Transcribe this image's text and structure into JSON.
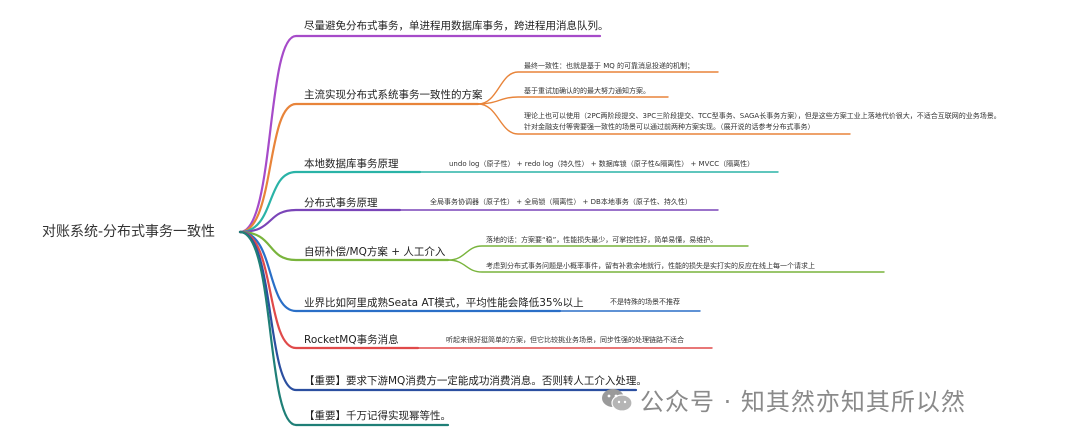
{
  "root": "对账系统-分布式事务一致性",
  "colors": {
    "purple": "#a64bc9",
    "orange": "#e8843a",
    "teal": "#2ab3a7",
    "violet": "#7a45b8",
    "green": "#79b43c",
    "blue": "#2a6fc7",
    "red": "#e04a4a",
    "darkblue": "#2b4fa0",
    "darkteal": "#1f7f77"
  },
  "branches": [
    {
      "label": "尽量避免分布式事务，单进程用数据库事务，跨进程用消息队列。",
      "color": "purple",
      "children": []
    },
    {
      "label": "主流实现分布式系统事务一致性的方案",
      "color": "orange",
      "children": [
        {
          "lines": [
            "最终一致性：也就是基于 MQ 的可靠消息投递的机制；"
          ]
        },
        {
          "lines": [
            "基于重试加确认的的最大努力通知方案。"
          ]
        },
        {
          "lines": [
            "理论上也可以使用（2PC两阶段提交、3PC三阶段提交、TCC型事务、SAGA长事务方案），但是这些方案工业上落地代价很大，不适合互联网的业务场景。",
            "针对金融支付等需要强一致性的场景可以通过前两种方案实现。（展开说的话参考分布式事务）"
          ]
        }
      ]
    },
    {
      "label": "本地数据库事务原理",
      "color": "teal",
      "inline": "undo log（原子性） + redo log（持久性） + 数据库锁（原子性&隔离性） + MVCC（隔离性）"
    },
    {
      "label": "分布式事务原理",
      "color": "violet",
      "inline": "全局事务协调器（原子性） + 全局锁（隔离性） + DB本地事务（原子性、持久性）"
    },
    {
      "label": "自研补偿/MQ方案 + 人工介入",
      "color": "green",
      "children": [
        {
          "lines": [
            "落地的话：方案要“稳”，性能损失最少，可掌控性好，简单易懂，易维护。"
          ]
        },
        {
          "lines": [
            "考虑到分布式事务问题是小概率事件，留有补救余地就行，性能的损失是实打实的反应在线上每一个请求上"
          ]
        }
      ]
    },
    {
      "label": "业界比如阿里成熟Seata AT模式，平均性能会降低35%以上",
      "color": "blue",
      "inline": "不是特殊的场景不推荐"
    },
    {
      "label": "RocketMQ事务消息",
      "color": "red",
      "inline": "听起来很好挺简单的方案，但它比较挑业务场景，同步性强的处理链路不适合"
    },
    {
      "label": "【重要】要求下游MQ消费方一定能成功消费消息。否则转人工介入处理。",
      "color": "darkblue",
      "children": []
    },
    {
      "label": "【重要】千万记得实现幂等性。",
      "color": "darkteal",
      "children": []
    }
  ],
  "watermark": "公众号 · 知其然亦知其所以然",
  "icons": {
    "watermark": "wechat-logo-icon"
  }
}
